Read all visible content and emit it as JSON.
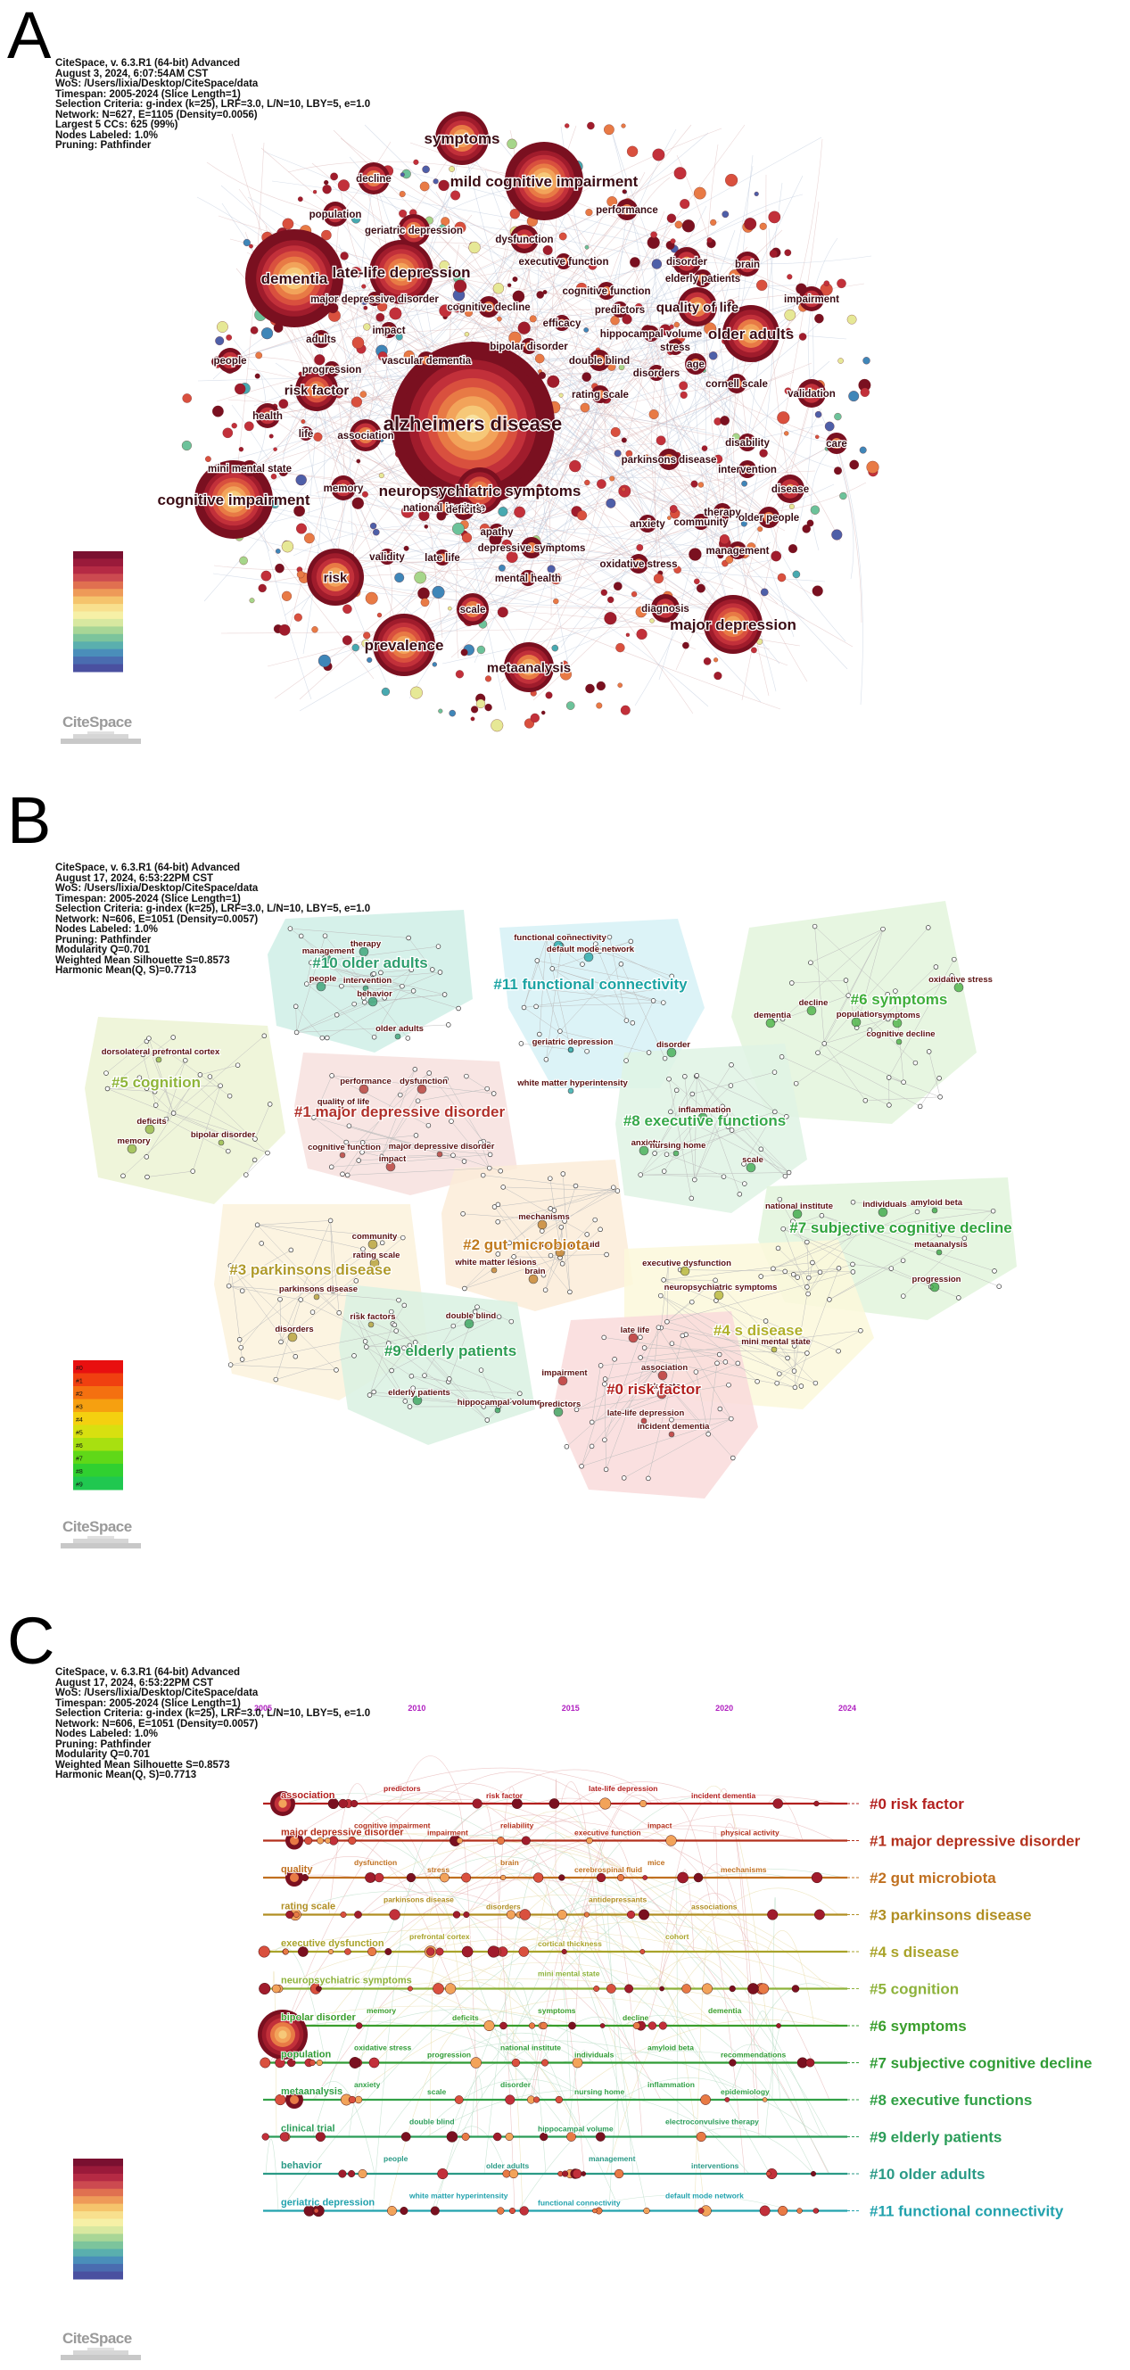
{
  "panels": [
    {
      "letter": "A",
      "info": [
        "CiteSpace, v. 6.3.R1 (64-bit) Advanced",
        "August 3, 2024, 6:07:54AM CST",
        "WoS: /Users/lixia/Desktop/CiteSpace/data",
        "Timespan: 2005-2024 (Slice Length=1)",
        "Selection Criteria: g-index (k=25), LRF=3.0, L/N=10, LBY=5, e=1.0",
        "Network: N=627, E=1105 (Density=0.0056)",
        "Largest 5 CCs: 625 (99%)",
        "Nodes Labeled: 1.0%",
        "Pruning: Pathfinder"
      ],
      "nodes": [
        {
          "label": "alzheimers disease",
          "size": "xl"
        },
        {
          "label": "symptoms",
          "size": "l"
        },
        {
          "label": "mild cognitive impairment",
          "size": "l"
        },
        {
          "label": "dementia",
          "size": "l"
        },
        {
          "label": "late-life depression",
          "size": "l"
        },
        {
          "label": "cognitive impairment",
          "size": "l"
        },
        {
          "label": "prevalence",
          "size": "l"
        },
        {
          "label": "major depression",
          "size": "l"
        },
        {
          "label": "older adults",
          "size": "l"
        },
        {
          "label": "neuropsychiatric symptoms",
          "size": "l"
        },
        {
          "label": "risk",
          "size": "m"
        },
        {
          "label": "metaanalysis",
          "size": "m"
        },
        {
          "label": "risk factor",
          "size": "m"
        },
        {
          "label": "quality of life",
          "size": "m"
        },
        {
          "label": "decline",
          "size": "s"
        },
        {
          "label": "population",
          "size": "s"
        },
        {
          "label": "geriatric depression",
          "size": "s"
        },
        {
          "label": "performance",
          "size": "s"
        },
        {
          "label": "dysfunction",
          "size": "s"
        },
        {
          "label": "executive function",
          "size": "s"
        },
        {
          "label": "disorder",
          "size": "s"
        },
        {
          "label": "brain",
          "size": "s"
        },
        {
          "label": "elderly patients",
          "size": "s"
        },
        {
          "label": "impairment",
          "size": "s"
        },
        {
          "label": "cognitive function",
          "size": "s"
        },
        {
          "label": "predictors",
          "size": "s"
        },
        {
          "label": "major depressive disorder",
          "size": "s"
        },
        {
          "label": "cognitive decline",
          "size": "s"
        },
        {
          "label": "efficacy",
          "size": "s"
        },
        {
          "label": "hippocampal volume",
          "size": "s"
        },
        {
          "label": "adults",
          "size": "s"
        },
        {
          "label": "impact",
          "size": "s"
        },
        {
          "label": "bipolar disorder",
          "size": "s"
        },
        {
          "label": "double blind",
          "size": "s"
        },
        {
          "label": "stress",
          "size": "s"
        },
        {
          "label": "people",
          "size": "s"
        },
        {
          "label": "progression",
          "size": "s"
        },
        {
          "label": "vascular dementia",
          "size": "s"
        },
        {
          "label": "disorders",
          "size": "s"
        },
        {
          "label": "age",
          "size": "s"
        },
        {
          "label": "cornell scale",
          "size": "s"
        },
        {
          "label": "validation",
          "size": "s"
        },
        {
          "label": "health",
          "size": "s"
        },
        {
          "label": "life",
          "size": "s"
        },
        {
          "label": "association",
          "size": "s"
        },
        {
          "label": "national institute",
          "size": "s"
        },
        {
          "label": "rating scale",
          "size": "s"
        },
        {
          "label": "disability",
          "size": "s"
        },
        {
          "label": "care",
          "size": "s"
        },
        {
          "label": "mini mental state",
          "size": "s"
        },
        {
          "label": "memory",
          "size": "s"
        },
        {
          "label": "parkinsons disease",
          "size": "s"
        },
        {
          "label": "intervention",
          "size": "s"
        },
        {
          "label": "disease",
          "size": "s"
        },
        {
          "label": "therapy",
          "size": "s"
        },
        {
          "label": "older people",
          "size": "s"
        },
        {
          "label": "deficits",
          "size": "s"
        },
        {
          "label": "anxiety",
          "size": "s"
        },
        {
          "label": "apathy",
          "size": "s"
        },
        {
          "label": "depressive symptoms",
          "size": "s"
        },
        {
          "label": "validity",
          "size": "s"
        },
        {
          "label": "late life",
          "size": "s"
        },
        {
          "label": "oxidative stress",
          "size": "s"
        },
        {
          "label": "mental health",
          "size": "s"
        },
        {
          "label": "scale",
          "size": "s"
        },
        {
          "label": "diagnosis",
          "size": "s"
        },
        {
          "label": "management",
          "size": "s"
        },
        {
          "label": "community",
          "size": "s"
        }
      ]
    },
    {
      "letter": "B",
      "info": [
        "CiteSpace, v. 6.3.R1 (64-bit) Advanced",
        "August 17, 2024, 6:53:22PM CST",
        "WoS: /Users/lixia/Desktop/CiteSpace/data",
        "Timespan: 2005-2024 (Slice Length=1)",
        "Selection Criteria: g-index (k=25), LRF=3.0, L/N=10, LBY=5, e=1.0",
        "Network: N=606, E=1051 (Density=0.0057)",
        "Nodes Labeled: 1.0%",
        "Pruning: Pathfinder",
        "Modularity Q=0.701",
        "Weighted Mean Silhouette S=0.8573",
        "Harmonic Mean(Q, S)=0.7713"
      ],
      "clusters": [
        {
          "id": "#10",
          "label": "#10 older adults",
          "color": "#2e9e6e",
          "terms": [
            "management",
            "therapy",
            "people",
            "intervention",
            "behavior",
            "older adults"
          ]
        },
        {
          "id": "#11",
          "label": "#11 functional connectivity",
          "color": "#1aa3a3",
          "terms": [
            "functional connectivity",
            "default mode network",
            "geriatric depression",
            "white matter hyperintensity"
          ]
        },
        {
          "id": "#5",
          "label": "#5 cognition",
          "color": "#8fb53a",
          "terms": [
            "deficits",
            "memory",
            "bipolar disorder",
            "dorsolateral prefrontal cortex"
          ]
        },
        {
          "id": "#1",
          "label": "#1 major depressive disorder",
          "color": "#b0302a",
          "terms": [
            "performance",
            "dysfunction",
            "quality of life",
            "cognitive function",
            "major depressive disorder",
            "impact"
          ]
        },
        {
          "id": "#6",
          "label": "#6 symptoms",
          "color": "#3fae3a",
          "terms": [
            "decline",
            "oxidative stress",
            "dementia",
            "population",
            "symptoms",
            "cognitive decline"
          ]
        },
        {
          "id": "#8",
          "label": "#8 executive functions",
          "color": "#36a84a",
          "terms": [
            "disorder",
            "inflammation",
            "anxiety",
            "nursing home",
            "scale"
          ]
        },
        {
          "id": "#2",
          "label": "#2 gut microbiota",
          "color": "#c07a1e",
          "terms": [
            "mechanisms",
            "cerebrospinal fluid",
            "white matter lesions",
            "brain"
          ]
        },
        {
          "id": "#7",
          "label": "#7 subjective cognitive decline",
          "color": "#2fa33b",
          "terms": [
            "national institute",
            "individuals",
            "amyloid beta",
            "metaanalysis",
            "progression"
          ]
        },
        {
          "id": "#3",
          "label": "#3 parkinsons disease",
          "color": "#b09a2a",
          "terms": [
            "community",
            "rating scale",
            "parkinsons disease",
            "risk factors",
            "disorders"
          ]
        },
        {
          "id": "#4",
          "label": "#4 s disease",
          "color": "#b0b02a",
          "terms": [
            "executive dysfunction",
            "neuropsychiatric symptoms",
            "mini mental state"
          ]
        },
        {
          "id": "#9",
          "label": "#9 elderly patients",
          "color": "#2d9e54",
          "terms": [
            "double blind",
            "elderly patients",
            "hippocampal volume",
            "predictors"
          ]
        },
        {
          "id": "#0",
          "label": "#0 risk factor",
          "color": "#b3201f",
          "terms": [
            "late life",
            "association",
            "risk factor",
            "impairment",
            "late-life depression",
            "incident dementia"
          ]
        }
      ],
      "legend": [
        "#0",
        "#1",
        "#2",
        "#3",
        "#4",
        "#5",
        "#6",
        "#7",
        "#8",
        "#9"
      ]
    },
    {
      "letter": "C",
      "info": [
        "CiteSpace, v. 6.3.R1 (64-bit) Advanced",
        "August 17, 2024, 6:53:22PM CST",
        "WoS: /Users/lixia/Desktop/CiteSpace/data",
        "Timespan: 2005-2024 (Slice Length=1)",
        "Selection Criteria: g-index (k=25), LRF=3.0, L/N=10, LBY=5, e=1.0",
        "Network: N=606, E=1051 (Density=0.0057)",
        "Nodes Labeled: 1.0%",
        "Pruning: Pathfinder",
        "Modularity Q=0.701",
        "Weighted Mean Silhouette S=0.8573",
        "Harmonic Mean(Q, S)=0.7713"
      ],
      "years": [
        "2005",
        "2010",
        "2015",
        "2020",
        "2024"
      ],
      "timelines": [
        {
          "label": "#0 risk factor",
          "color": "#b3201f",
          "terms": [
            "association",
            "predictors",
            "risk factor",
            "late-life depression",
            "incident dementia"
          ]
        },
        {
          "label": "#1 major depressive disorder",
          "color": "#b3301c",
          "terms": [
            "major depressive disorder",
            "cognitive impairment",
            "impairment",
            "reliability",
            "executive function",
            "impact",
            "physical activity"
          ]
        },
        {
          "label": "#2 gut microbiota",
          "color": "#c07020",
          "terms": [
            "quality",
            "dysfunction",
            "stress",
            "brain",
            "cerebrospinal fluid",
            "mice",
            "mechanisms"
          ]
        },
        {
          "label": "#3 parkinsons disease",
          "color": "#b08e22",
          "terms": [
            "rating scale",
            "parkinsons disease",
            "disorders",
            "antidepressants",
            "associations"
          ]
        },
        {
          "label": "#4 s disease",
          "color": "#a9a32a",
          "terms": [
            "executive dysfunction",
            "prefrontal cortex",
            "cortical thickness",
            "cohort"
          ]
        },
        {
          "label": "#5 cognition",
          "color": "#8db23a",
          "terms": [
            "neuropsychiatric symptoms",
            "mini mental state"
          ]
        },
        {
          "label": "#6 symptoms",
          "color": "#3a9e2c",
          "terms": [
            "bipolar disorder",
            "memory",
            "deficits",
            "symptoms",
            "decline",
            "dementia"
          ]
        },
        {
          "label": "#7 subjective cognitive decline",
          "color": "#2f9b34",
          "terms": [
            "population",
            "oxidative stress",
            "progression",
            "national institute",
            "individuals",
            "amyloid beta",
            "recommendations"
          ]
        },
        {
          "label": "#8 executive functions",
          "color": "#31a046",
          "terms": [
            "metaanalysis",
            "anxiety",
            "scale",
            "disorder",
            "nursing home",
            "inflammation",
            "epidemiology"
          ]
        },
        {
          "label": "#9 elderly patients",
          "color": "#2a9c58",
          "terms": [
            "clinical trial",
            "double blind",
            "hippocampal volume",
            "electroconvulsive therapy"
          ]
        },
        {
          "label": "#10 older adults",
          "color": "#2a9a86",
          "terms": [
            "behavior",
            "people",
            "older adults",
            "management",
            "interventions"
          ]
        },
        {
          "label": "#11 functional connectivity",
          "color": "#22a2ad",
          "terms": [
            "geriatric depression",
            "white matter hyperintensity",
            "functional connectivity",
            "default mode network"
          ]
        }
      ]
    }
  ],
  "logo": "CiteSpace"
}
